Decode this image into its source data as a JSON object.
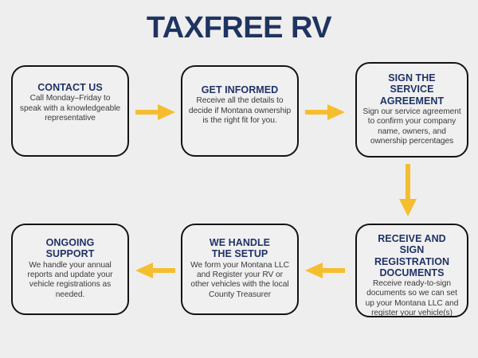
{
  "page": {
    "title": "TAXFREE RV",
    "background_color": "#efeeee",
    "brand_navy": "#1e3461",
    "heading_navy": "#1f3366",
    "arrow_gold": "#f5be2e",
    "border_black": "#131313",
    "body_text_color": "#3a3a3a"
  },
  "steps": [
    {
      "id": "contact-us",
      "title": "CONTACT US",
      "body": "Call Monday–Friday to speak with a knowledgeable representative"
    },
    {
      "id": "get-informed",
      "title": "GET INFORMED",
      "body": "Receive all the details to decide if Montana ownership is the right fit for you."
    },
    {
      "id": "sign-agreement",
      "title": "SIGN THE\nSERVICE\nAGREEMENT",
      "body": "Sign our service agreement to confirm your company name, owners, and ownership percentages"
    },
    {
      "id": "receive-sign-docs",
      "title": "RECEIVE AND\nSIGN\nREGISTRATION\nDOCUMENTS",
      "body": "Receive ready-to-sign documents so we can set up your Montana LLC and register your vehicle(s)"
    },
    {
      "id": "we-handle-setup",
      "title": "WE HANDLE\nTHE SETUP",
      "body": "We form your Montana LLC and Register your RV or other vehicles with the local County Treasurer"
    },
    {
      "id": "ongoing-support",
      "title": "ONGOING\nSUPPORT",
      "body": "We handle your annual reports and update your vehicle registrations as needed."
    }
  ],
  "arrows": [
    {
      "id": "arrow-contact-to-informed",
      "direction": "right",
      "icon": "arrow-right-icon",
      "from": "contact-us",
      "to": "get-informed"
    },
    {
      "id": "arrow-informed-to-sign",
      "direction": "right",
      "icon": "arrow-right-icon",
      "from": "get-informed",
      "to": "sign-agreement"
    },
    {
      "id": "arrow-sign-to-receive",
      "direction": "down",
      "icon": "arrow-down-icon",
      "from": "sign-agreement",
      "to": "receive-sign-docs"
    },
    {
      "id": "arrow-receive-to-setup",
      "direction": "left",
      "icon": "arrow-left-icon",
      "from": "receive-sign-docs",
      "to": "we-handle-setup"
    },
    {
      "id": "arrow-setup-to-support",
      "direction": "left",
      "icon": "arrow-left-icon",
      "from": "we-handle-setup",
      "to": "ongoing-support"
    }
  ]
}
